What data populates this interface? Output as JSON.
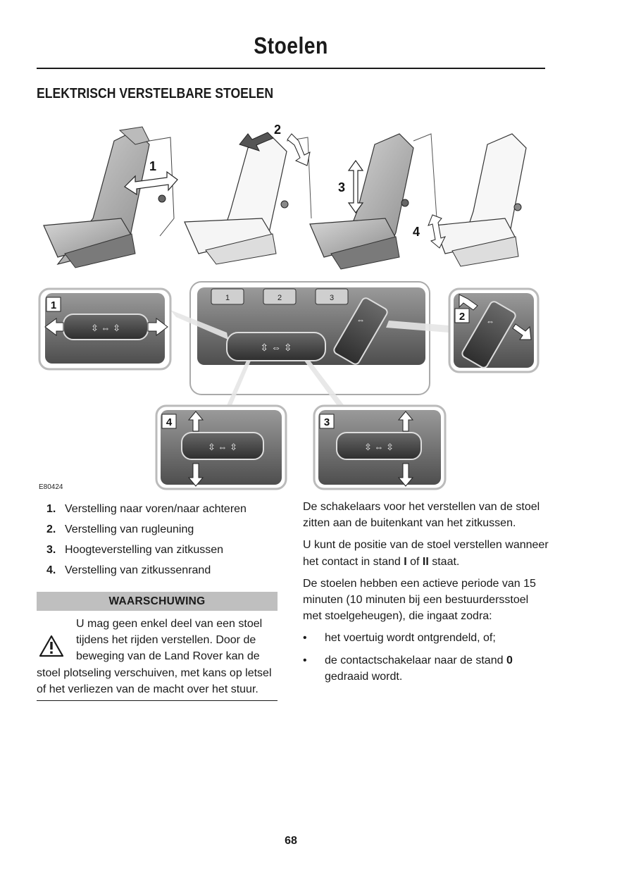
{
  "page": {
    "title": "Stoelen",
    "section_heading": "ELEKTRISCH VERSTELBARE STOELEN",
    "page_number": "68"
  },
  "figure": {
    "id": "E80424",
    "callouts": [
      "1",
      "2",
      "3",
      "4"
    ],
    "memory_buttons": [
      "1",
      "2",
      "3"
    ]
  },
  "legend": [
    {
      "num": "1.",
      "text": "Verstelling naar voren/naar achteren"
    },
    {
      "num": "2.",
      "text": "Verstelling van rugleuning"
    },
    {
      "num": "3.",
      "text": "Hoogteverstelling van zitkussen"
    },
    {
      "num": "4.",
      "text": "Verstelling van zitkussenrand"
    }
  ],
  "warning": {
    "header": "WAARSCHUWING",
    "icon": "warning-triangle-icon",
    "lines": [
      "U mag geen enkel deel van een stoel",
      "tijdens het rijden verstellen. Door de",
      "beweging van de Land Rover kan de"
    ],
    "tail": "stoel plotseling verschuiven, met kans op letsel of het verliezen van de macht over het stuur."
  },
  "body": {
    "p1": "De schakelaars voor het verstellen van de stoel zitten aan de buitenkant van het zitkussen.",
    "p2_pre": "U kunt de positie van de stoel verstellen wanneer het contact in stand ",
    "p2_b1": "I",
    "p2_mid": " of ",
    "p2_b2": "II",
    "p2_post": " staat.",
    "p3": "De stoelen hebben een actieve periode van 15 minuten (10 minuten bij een bestuurdersstoel met stoelgeheugen), die ingaat zodra:",
    "bullet_symbol": "•",
    "bullet1": "het voertuig wordt ontgrendeld, of;",
    "bullet2_pre": "de contactschakelaar naar de stand ",
    "bullet2_bold": "0",
    "bullet2_post": " gedraaid wordt."
  }
}
